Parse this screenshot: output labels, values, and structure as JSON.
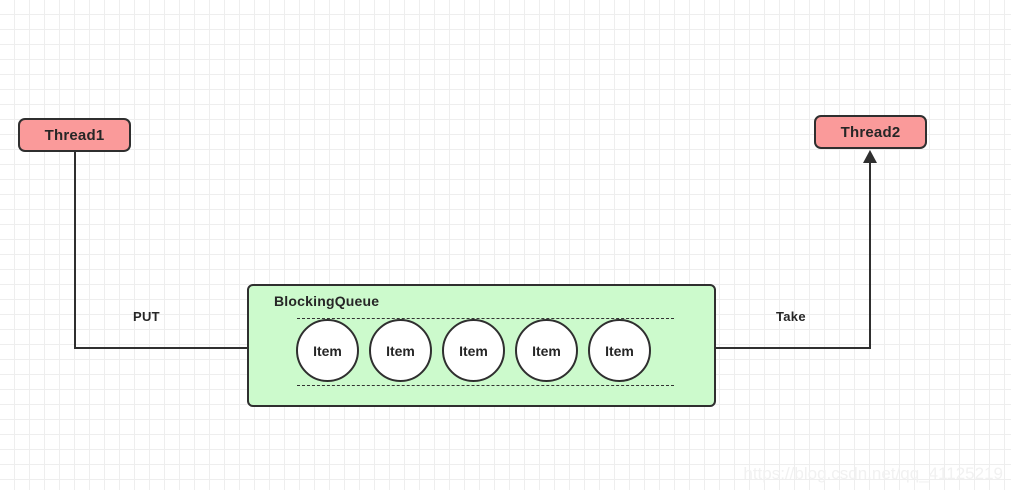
{
  "diagram": {
    "title": "BlockingQueue producer-consumer diagram",
    "colors": {
      "thread_fill": "#fa9a9a",
      "queue_fill": "#ccfacc",
      "item_fill": "#ffffff",
      "stroke": "#2f2f2f",
      "grid_line": "#eeeeee",
      "watermark": "#f1f1f1"
    },
    "producer": {
      "label": "Thread1"
    },
    "consumer": {
      "label": "Thread2"
    },
    "queue": {
      "title": "BlockingQueue",
      "items": [
        {
          "label": "Item"
        },
        {
          "label": "Item"
        },
        {
          "label": "Item"
        },
        {
          "label": "Item"
        },
        {
          "label": "Item"
        }
      ]
    },
    "edges": {
      "put_label": "PUT",
      "take_label": "Take"
    }
  },
  "watermark": {
    "text": "https://blog.csdn.net/qq_41125219"
  }
}
